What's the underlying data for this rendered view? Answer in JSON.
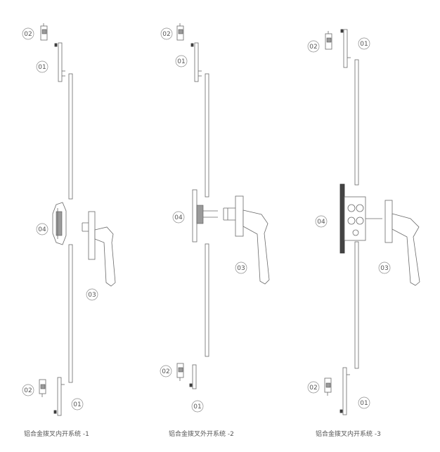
{
  "systems": [
    {
      "caption": "铝合金拨叉内开系统 -1",
      "callouts": {
        "c02_top": "02",
        "c01_top": "01",
        "c04": "04",
        "c03": "03",
        "c02_bottom": "02",
        "c01_bottom": "01"
      }
    },
    {
      "caption": "铝合金拨叉外开系统 -2",
      "callouts": {
        "c02_top": "02",
        "c01_top": "01",
        "c04": "04",
        "c03": "03",
        "c02_bottom": "02",
        "c01_bottom": "01"
      }
    },
    {
      "caption": "铝合金拨叉内开系统 -3",
      "callouts": {
        "c02_top": "02",
        "c01_top": "01",
        "c04": "04",
        "c03": "03",
        "c02_bottom": "02",
        "c01_bottom": "01"
      }
    }
  ]
}
